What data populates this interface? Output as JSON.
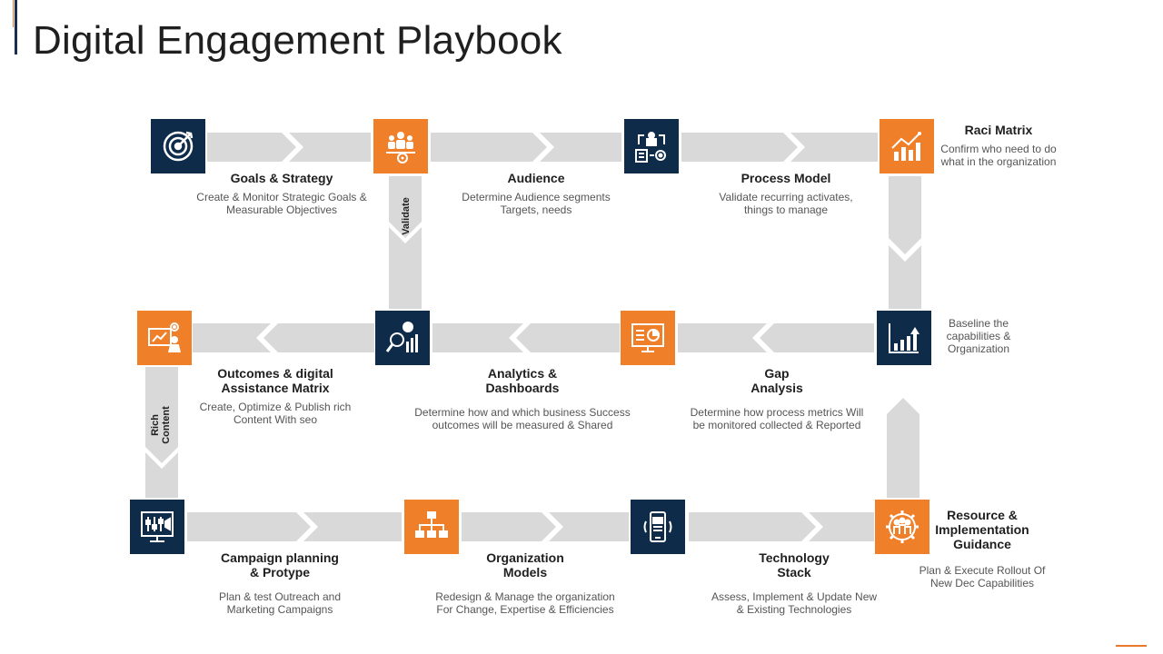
{
  "page": {
    "title": "Digital Engagement Playbook"
  },
  "colors": {
    "orange": "#f07f2a",
    "navy": "#0f2b4a",
    "arrow": "#d9d9d9"
  },
  "connectors": {
    "validate": "Validate",
    "rich_content": "Rich\nContent"
  },
  "steps": {
    "goals": {
      "title": "Goals & Strategy",
      "desc": "Create & Monitor Strategic Goals &\nMeasurable Objectives",
      "icon": "target-icon"
    },
    "audience": {
      "title": "Audience",
      "desc": "Determine Audience segments\nTargets, needs",
      "icon": "audience-icon"
    },
    "process": {
      "title": "Process Model",
      "desc": "Validate recurring activates,\nthings to manage",
      "icon": "process-icon"
    },
    "raci": {
      "title": "Raci Matrix",
      "desc": "Confirm who need to do\nwhat in the organization",
      "icon": "growth-chart-icon"
    },
    "outcomes": {
      "title": "Outcomes & digital\nAssistance Matrix",
      "desc": "Create, Optimize & Publish rich\nContent With seo",
      "icon": "presentation-icon"
    },
    "analytics": {
      "title": "Analytics &\nDashboards",
      "desc": "Determine how and which business Success\noutcomes will be measured & Shared",
      "icon": "analytics-icon"
    },
    "gap": {
      "title": "Gap\nAnalysis",
      "desc": "Determine how process metrics Will\nbe monitored collected & Reported",
      "icon": "monitor-chart-icon"
    },
    "baseline": {
      "title": "",
      "desc": "Baseline the\ncapabilities &\nOrganization",
      "icon": "bar-chart-icon"
    },
    "campaign": {
      "title": "Campaign planning\n& Protype",
      "desc": "Plan & test Outreach and\nMarketing Campaigns",
      "icon": "campaign-icon"
    },
    "org": {
      "title": "Organization\nModels",
      "desc": "Redesign & Manage the organization\nFor Change, Expertise & Efficiencies",
      "icon": "org-chart-icon"
    },
    "tech": {
      "title": "Technology\nStack",
      "desc": "Assess, Implement & Update New\n& Existing Technologies",
      "icon": "mobile-tech-icon"
    },
    "resource": {
      "title": "Resource &\nImplementation\nGuidance",
      "desc": "Plan & Execute Rollout Of\nNew Dec Capabilities",
      "icon": "team-gear-icon"
    }
  }
}
